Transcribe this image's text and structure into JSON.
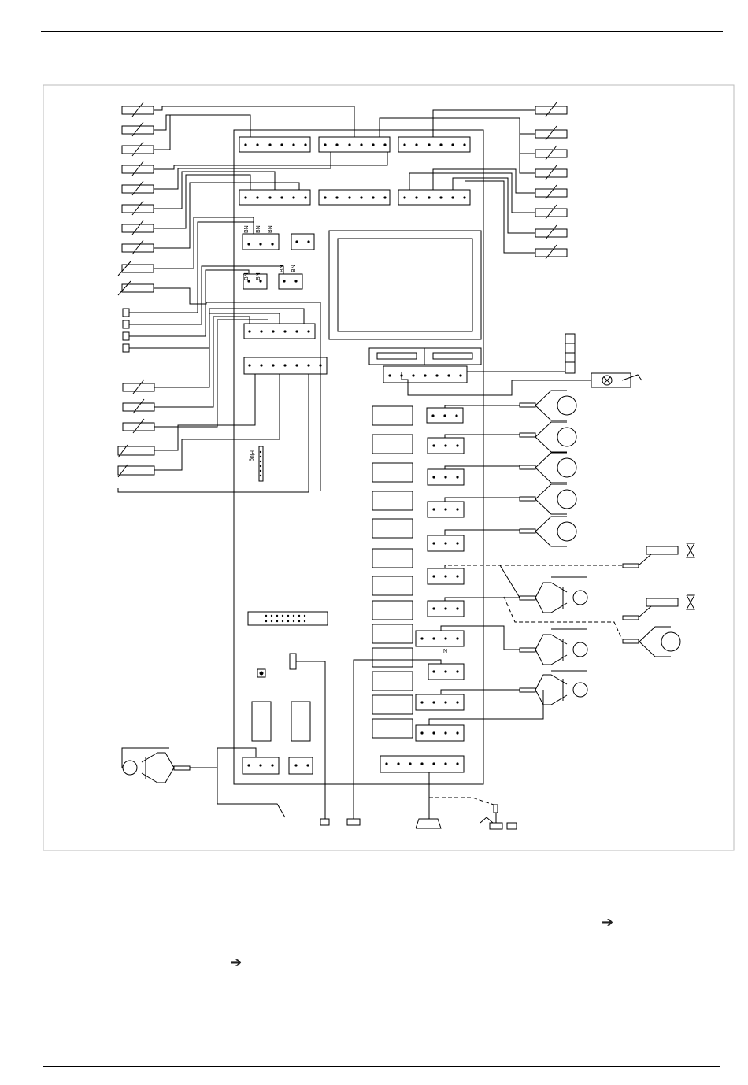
{
  "diagram": {
    "labels": {
      "sensor_wire_colors_1": [
        "BN",
        "BN",
        "BN"
      ],
      "sensor_wire_colors_2": [
        "BN",
        "BN",
        "BN",
        "BN"
      ],
      "connector_label": "Plug",
      "neutral_label": "N"
    }
  },
  "body_text": {
    "arrow_symbol_1": "➔",
    "arrow_symbol_2": "➔"
  }
}
